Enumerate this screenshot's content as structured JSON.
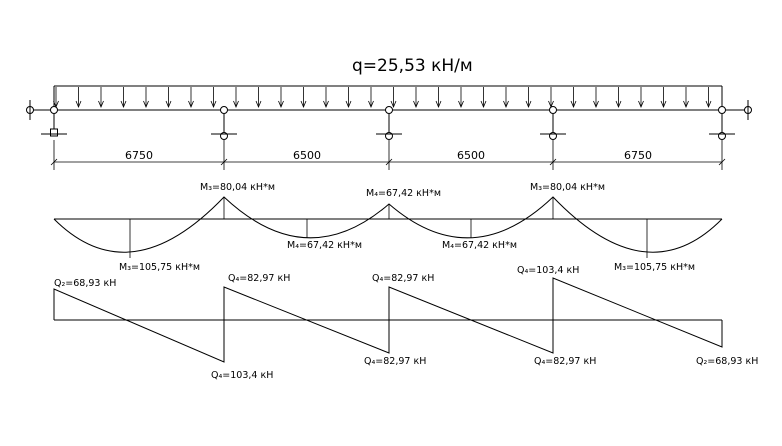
{
  "load": {
    "label": "q=25,53 кН/м"
  },
  "spans": [
    {
      "length": "6750"
    },
    {
      "length": "6500"
    },
    {
      "length": "6500"
    },
    {
      "length": "6750"
    }
  ],
  "moment_labels": [
    {
      "id": "m-support-1",
      "text": "M₃=80,04 кН*м"
    },
    {
      "id": "m-support-2",
      "text": "M₄=67,42 кН*м"
    },
    {
      "id": "m-support-3",
      "text": "M₃=80,04 кН*м"
    },
    {
      "id": "m-span-1",
      "text": "M₃=105,75 кН*м"
    },
    {
      "id": "m-span-2",
      "text": "M₄=67,42 кН*м"
    },
    {
      "id": "m-span-3",
      "text": "M₄=67,42 кН*м"
    },
    {
      "id": "m-span-4",
      "text": "M₃=105,75 кН*м"
    }
  ],
  "shear_labels": [
    {
      "id": "q-1",
      "text": "Q₂=68,93 кН"
    },
    {
      "id": "q-2",
      "text": "Q₄=82,97 кН"
    },
    {
      "id": "q-3",
      "text": "Q₄=82,97 кН"
    },
    {
      "id": "q-4",
      "text": "Q₄=103,4 кН"
    },
    {
      "id": "q-5",
      "text": "Q₄=103,4 кН"
    },
    {
      "id": "q-6",
      "text": "Q₄=82,97 кН"
    },
    {
      "id": "q-7",
      "text": "Q₄=82,97 кН"
    },
    {
      "id": "q-8",
      "text": "Q₂=68,93 кН"
    }
  ],
  "values": {
    "span_moments": [
      105.75,
      67.42,
      67.42,
      105.75
    ],
    "support_moments": [
      0,
      80.04,
      67.42,
      80.04,
      0
    ],
    "shear_ends": [
      {
        "left": 68.93,
        "right": -103.4
      },
      {
        "left": 82.97,
        "right": -82.97
      },
      {
        "left": 82.97,
        "right": -82.97
      },
      {
        "left": 103.4,
        "right": -68.93
      }
    ]
  }
}
